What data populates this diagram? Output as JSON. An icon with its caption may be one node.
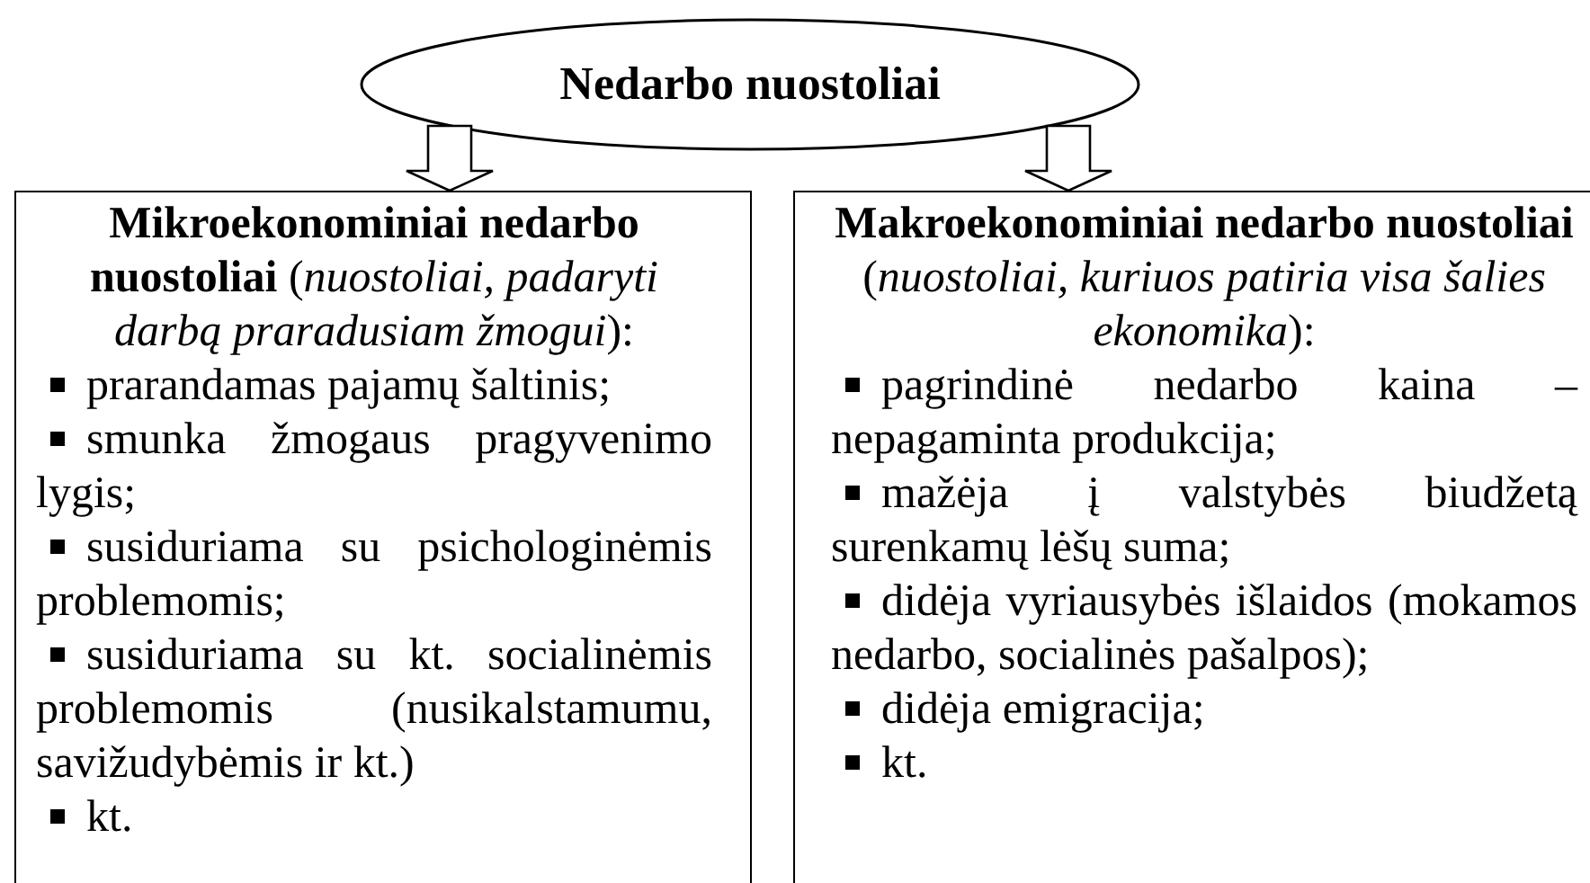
{
  "diagram": {
    "nodes": [
      {
        "text": [
          "Nedarbo nuostoliai"
        ]
      },
      {
        "text": [
          "**Mikroekonominiai nedarbo nuostoliai** (*nuostoliai, padaryti darbą praradusiam žmogui*):",
          "prarandamas pajamų šaltinis;",
          "smunka žmogaus pragyvenimo lygis;",
          "susiduriama su psichologinėmis problemomis;",
          "susiduriama su kt. socialinėmis problemomis (nusikalstamumu, savižudybėmis ir kt.)",
          "kt."
        ]
      },
      {
        "text": [
          "**Makroekonominiai nedarbo nuostoliai** (*nuostoliai, kuriuos patiria visa šalies ekonomika*):",
          "pagrindinė nedarbo kaina – nepagaminta produkcija;",
          "mažėja į valstybės biudžetą surenkamų lėšų suma;",
          "didėja vyriausybės išlaidos (mokamos nedarbo, socialinės pašalpos);",
          "didėja emigracija;",
          "kt."
        ]
      }
    ],
    "edges": [
      {
        "from": 0,
        "to": 1,
        "arrow": "to"
      },
      {
        "from": 0,
        "to": 2,
        "arrow": "to"
      }
    ]
  }
}
